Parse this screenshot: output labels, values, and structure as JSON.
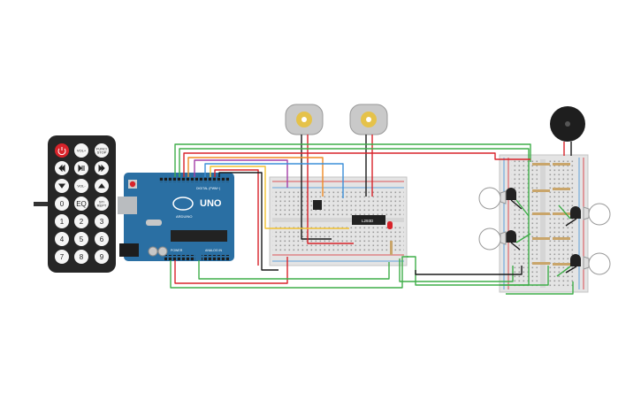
{
  "remote": {
    "buttons": [
      {
        "label": "",
        "icon": "power-icon"
      },
      {
        "label": "VOL+"
      },
      {
        "label": "FUNC/ STOP"
      },
      {
        "label": "",
        "icon": "prev-icon"
      },
      {
        "label": "",
        "icon": "play-pause-icon"
      },
      {
        "label": "",
        "icon": "next-icon"
      },
      {
        "label": "",
        "icon": "down-icon"
      },
      {
        "label": "VOL-"
      },
      {
        "label": "",
        "icon": "up-icon"
      },
      {
        "label": "0"
      },
      {
        "label": "EQ"
      },
      {
        "label": "ST/ REPT"
      },
      {
        "label": "1"
      },
      {
        "label": "2"
      },
      {
        "label": "3"
      },
      {
        "label": "4"
      },
      {
        "label": "5"
      },
      {
        "label": "6"
      },
      {
        "label": "7"
      },
      {
        "label": "8"
      },
      {
        "label": "9"
      }
    ]
  },
  "arduino": {
    "model": "UNO",
    "brand": "ARDUINO",
    "digital_label": "DIGITAL (PWM~)",
    "power_label": "POWER",
    "analog_label": "ANALOG IN"
  },
  "driver_chip": {
    "label": "L293D"
  },
  "colors": {
    "board": "#2a6fa3",
    "breadboard": "#e4e4e4",
    "wire_red": "#d8232a",
    "wire_black": "#1a1a1a",
    "wire_green": "#3fae49",
    "wire_yellow": "#f2c230",
    "wire_blue": "#3b8fd8",
    "wire_purple": "#a43ea8",
    "wire_orange": "#f08a24"
  }
}
